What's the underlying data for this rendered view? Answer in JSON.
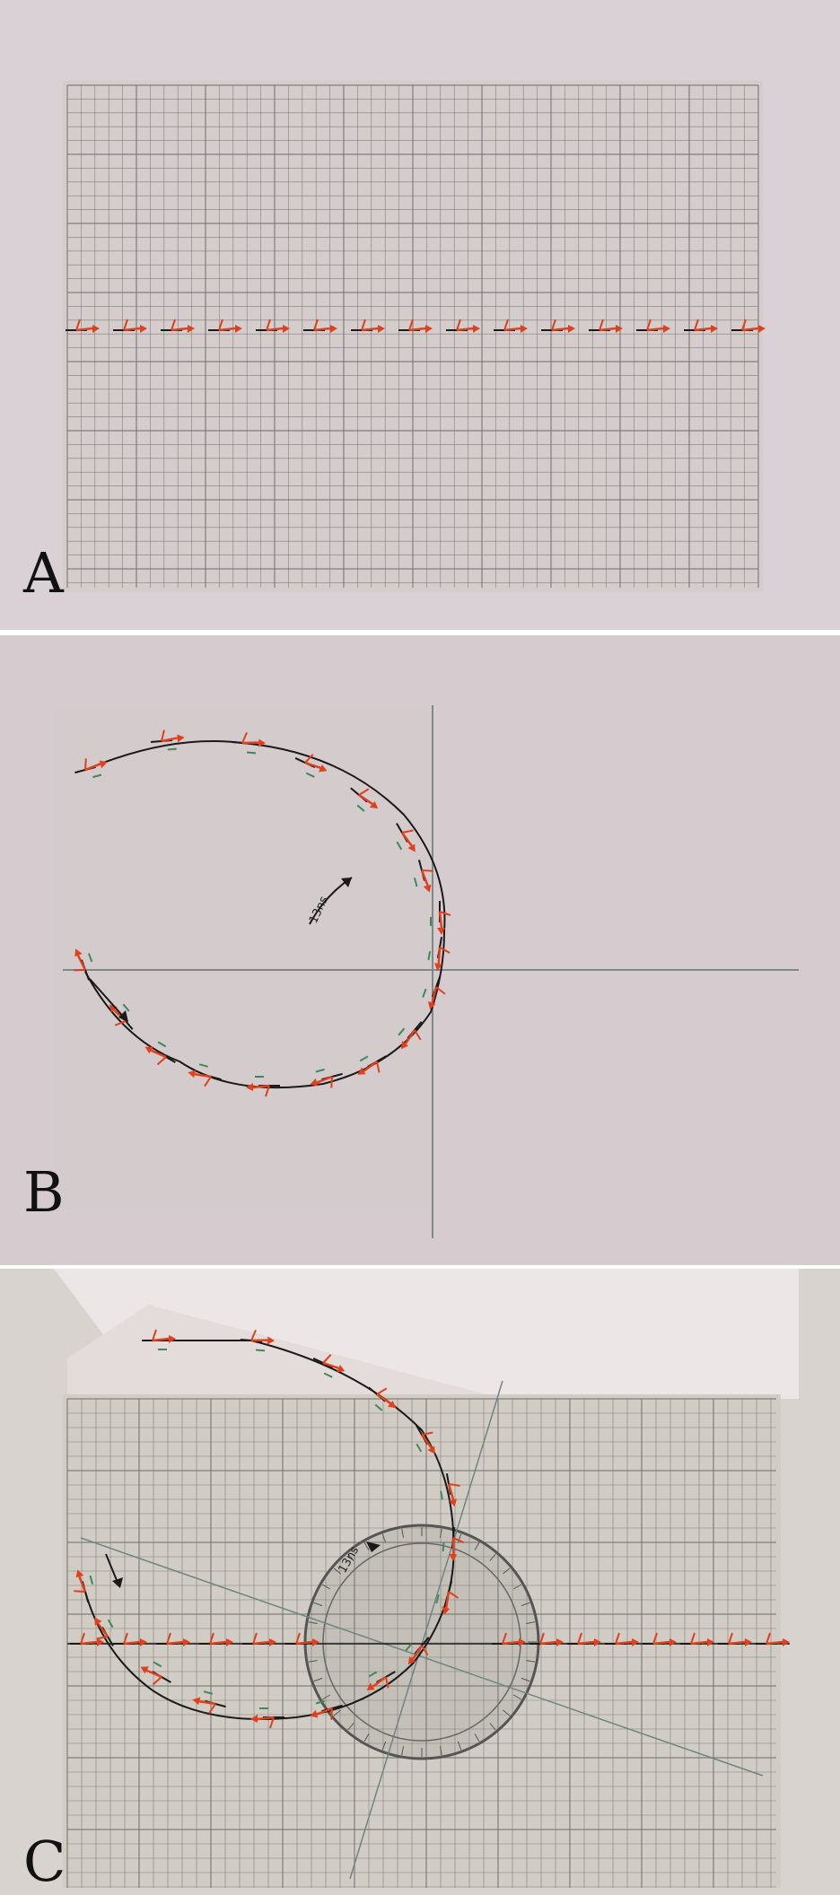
{
  "panels": [
    {
      "label": "A"
    },
    {
      "label": "B",
      "angle_note": "13ns"
    },
    {
      "label": "C",
      "angle_note": "13ns"
    }
  ],
  "colors": {
    "paper": "#d8d0d4",
    "grid_line": "#6b6b6b",
    "trajectory": "#1a1a1a",
    "marker_red": "#e0401c",
    "marker_green": "#3d8a5a",
    "axis_line": "#7a8a86"
  }
}
